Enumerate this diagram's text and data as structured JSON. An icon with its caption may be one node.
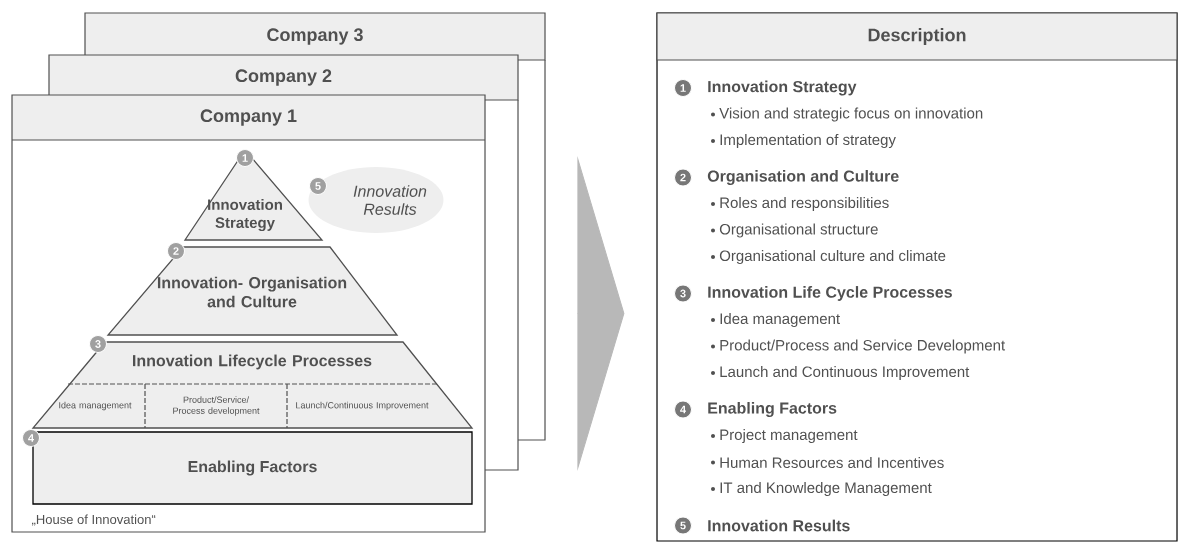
{
  "diagram": {
    "nodes": [
      {
        "text": [
          "Company 3"
        ]
      },
      {
        "text": [
          "Company 2"
        ]
      },
      {
        "text": [
          "Company 1",
          "„House of Innovation“"
        ]
      },
      {
        "text": [
          "1",
          "Innovation Strategy"
        ],
        "in": 2
      },
      {
        "text": [
          "2",
          "Innovation- Organisation and Culture"
        ],
        "in": 2
      },
      {
        "text": [
          "3",
          "Innovation Lifecycle Processes"
        ],
        "in": 2
      },
      {
        "text": [
          "Idea management"
        ],
        "in": 5
      },
      {
        "text": [
          "Product/Service/ Process development"
        ],
        "in": 5
      },
      {
        "text": [
          "Launch/Continuous Improvement"
        ],
        "in": 5
      },
      {
        "text": [
          "4",
          "Enabling Factors"
        ],
        "in": 2
      },
      {
        "text": [
          "5",
          "Innovation Results"
        ],
        "in": 2
      },
      {
        "text": [
          "Description",
          "1",
          "Innovation Strategy",
          "Vision and strategic focus on innovation",
          "Implementation of strategy",
          "2",
          "Organisation and Culture",
          "Roles and responsibilities",
          "Organisational structure",
          "Organisational culture and climate",
          "3",
          "Innovation Life Cycle Processes",
          "Idea management",
          "Product/Process and Service Development",
          "Launch and Continuous Improvement",
          "4",
          "Enabling Factors",
          "Project management",
          "Human Resources and Incentives",
          "IT and Knowledge Management",
          "5",
          "Innovation Results"
        ]
      }
    ],
    "edges": [
      {
        "from": 2,
        "to": 11,
        "arrow": "to"
      }
    ]
  }
}
